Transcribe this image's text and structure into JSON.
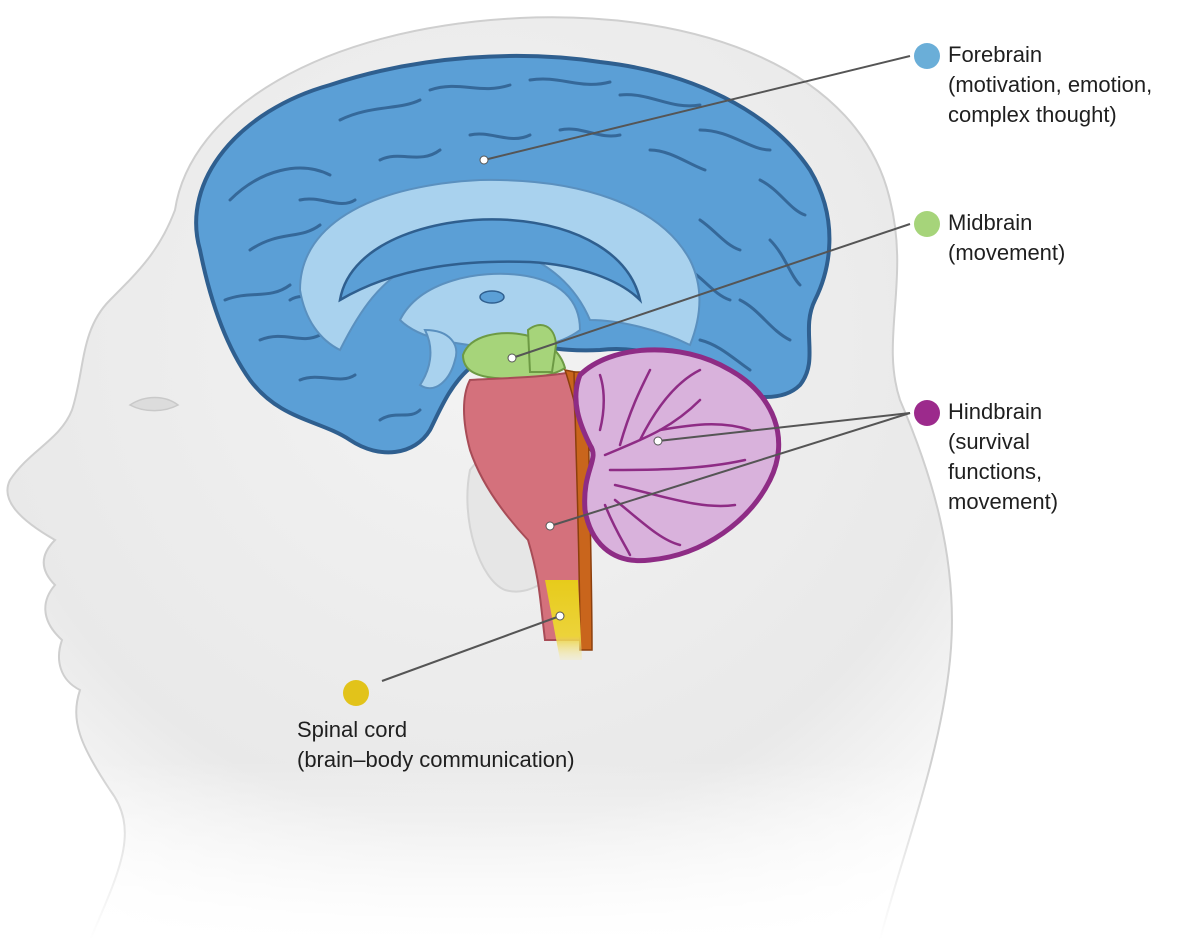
{
  "labels": {
    "forebrain": {
      "name": "Forebrain",
      "desc_line1": "(motivation, emotion,",
      "desc_line2": "complex thought)",
      "color": "#6aaed8"
    },
    "midbrain": {
      "name": "Midbrain",
      "desc_line1": "(movement)",
      "color": "#a6d47a"
    },
    "hindbrain": {
      "name": "Hindbrain",
      "desc_line1": "(survival",
      "desc_line2": "functions,",
      "desc_line3": "movement)",
      "color": "#9c2a8c"
    },
    "spinal_cord": {
      "name": "Spinal cord",
      "desc_line1": "(brain–body communication)",
      "color": "#e2c31a"
    }
  },
  "colors": {
    "cerebrum": "#5b9fd6",
    "cerebrum_outline": "#2f5f8f",
    "cerebrum_inner": "#a9d2ee",
    "midbrain": "#a6d47a",
    "brainstem": "#d4717c",
    "cerebellum": "#d9b2dc",
    "cerebellum_outline": "#8e2c85",
    "spinal_cord": "#e7cb1b",
    "ventricle": "#c9651c",
    "head_fill": "#ececec",
    "head_outline": "#cfcfcf",
    "leader_line": "#555555"
  }
}
